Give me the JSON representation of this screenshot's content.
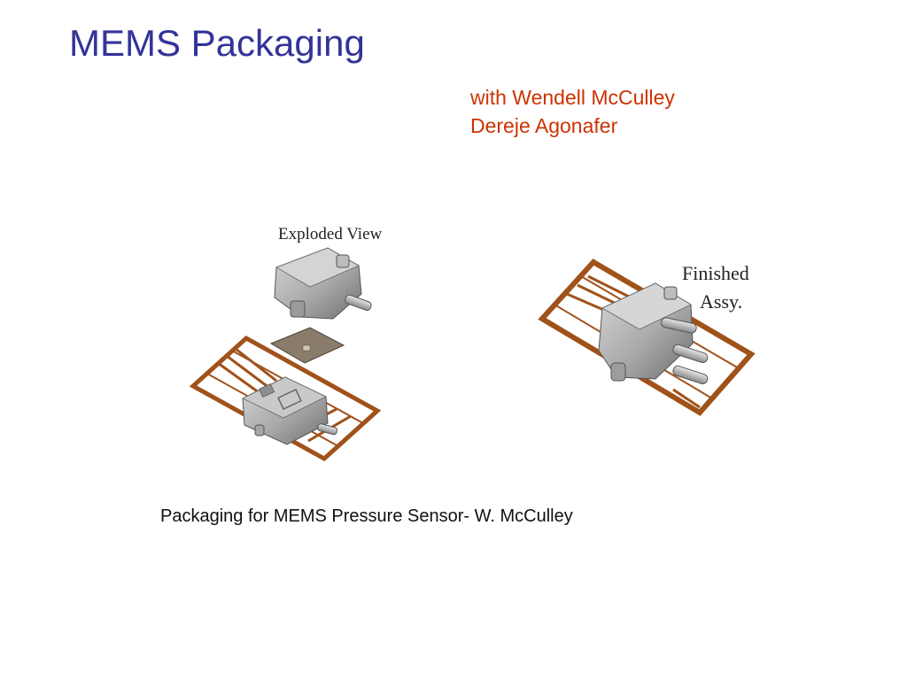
{
  "slide": {
    "title": "MEMS Packaging",
    "authors": [
      "with Wendell McCulley",
      "Dereje Agonafer"
    ],
    "caption": "Packaging for MEMS Pressure Sensor- W. McCulley"
  },
  "figure": {
    "exploded_label": "Exploded View",
    "finished_label_line1": "Finished",
    "finished_label_line2": "Assy."
  },
  "colors": {
    "title": "#333399",
    "authors": "#cc3300",
    "leadframe": "#a0521a",
    "housing": "#a9a9a9"
  }
}
